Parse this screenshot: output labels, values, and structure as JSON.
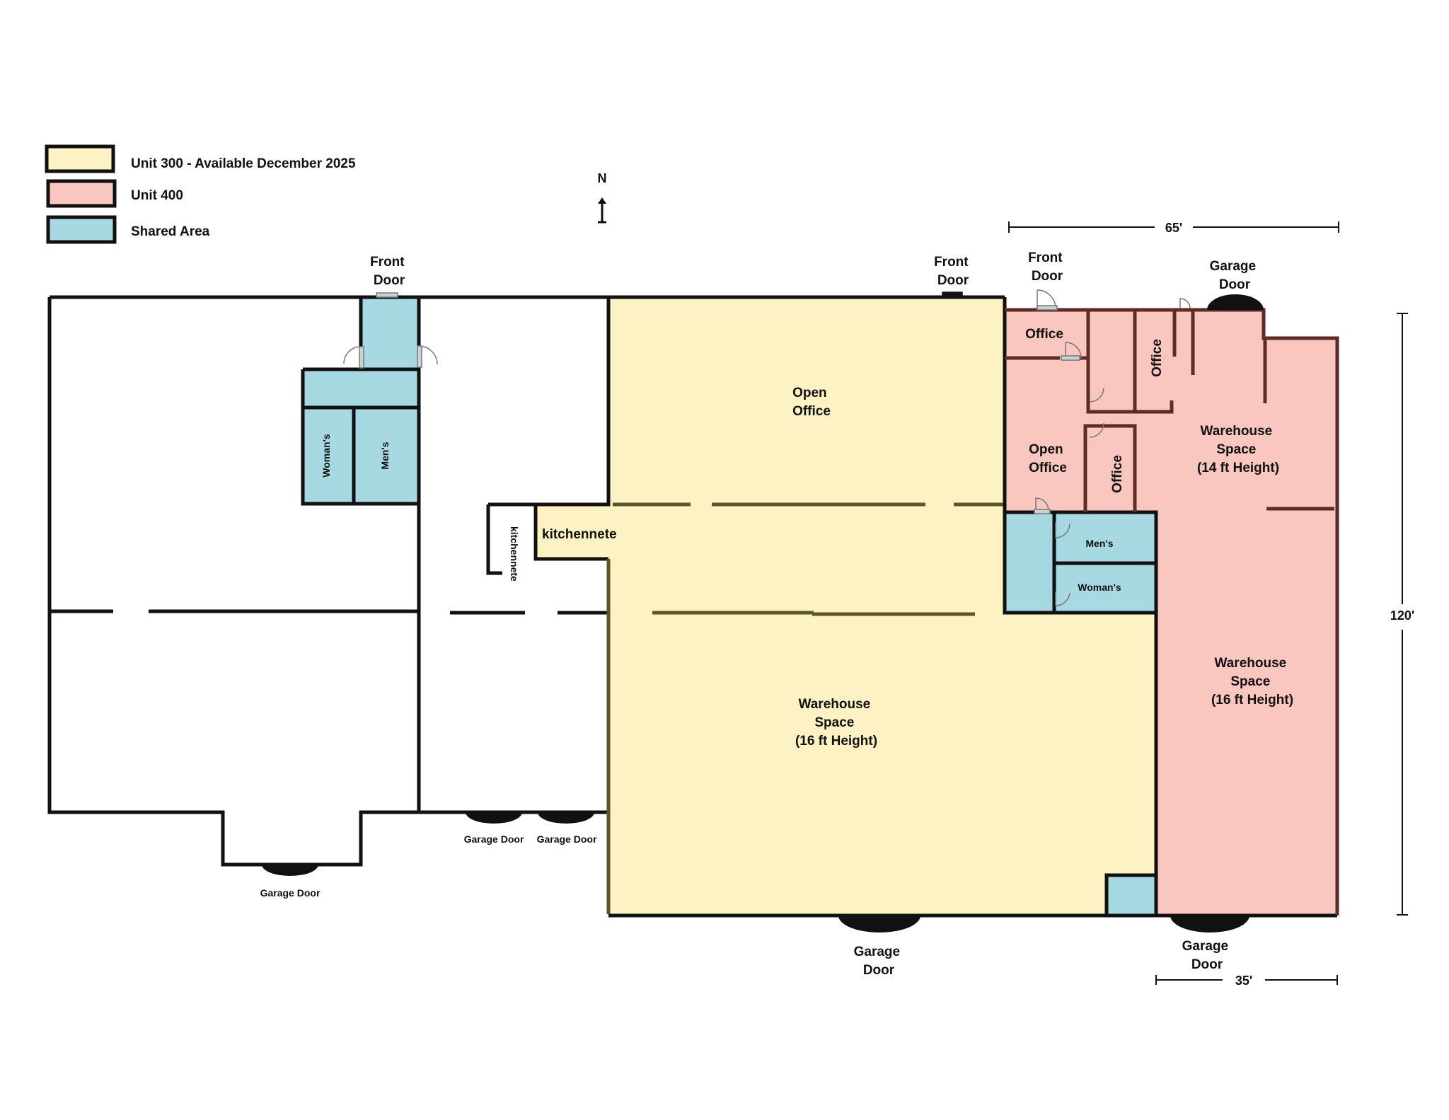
{
  "colors": {
    "unit300": "#fdf2c4",
    "unit400": "#fac7c0",
    "shared": "#a7d9e2",
    "wall": "#111111",
    "unit300_wall": "#5a5628",
    "unit400_wall": "#5e2b26"
  },
  "legend": [
    {
      "label": "Unit 300 - Available December 2025",
      "color": "#fdf2c4"
    },
    {
      "label": "Unit 400",
      "color": "#fac7c0"
    },
    {
      "label": "Shared Area",
      "color": "#a7d9e2"
    }
  ],
  "compass": "N",
  "dimensions": {
    "width_65": "65'",
    "width_35": "35'",
    "height_120": "120'"
  },
  "labels": {
    "front_door": [
      "Front",
      "Door"
    ],
    "garage_door": [
      "Garage",
      "Door"
    ],
    "garage_door_small": "Garage Door",
    "womans_left": "Woman's",
    "mens_left": "Men's",
    "kitchennete_vertical": "kitchennete",
    "kitchennete": "kitchennete",
    "open_office_300": [
      "Open",
      "Office"
    ],
    "warehouse_300": [
      "Warehouse",
      "Space",
      "(16 ft Height)"
    ],
    "office_400": "Office",
    "office_vertical_a": "Office",
    "office_vertical_b": "Office",
    "open_office_400": [
      "Open",
      "Office"
    ],
    "warehouse_14": [
      "Warehouse",
      "Space",
      "(14 ft Height)"
    ],
    "warehouse_16": [
      "Warehouse",
      "Space",
      "(16 ft Height)"
    ],
    "mens_right": "Men's",
    "womans_right": "Woman's"
  }
}
